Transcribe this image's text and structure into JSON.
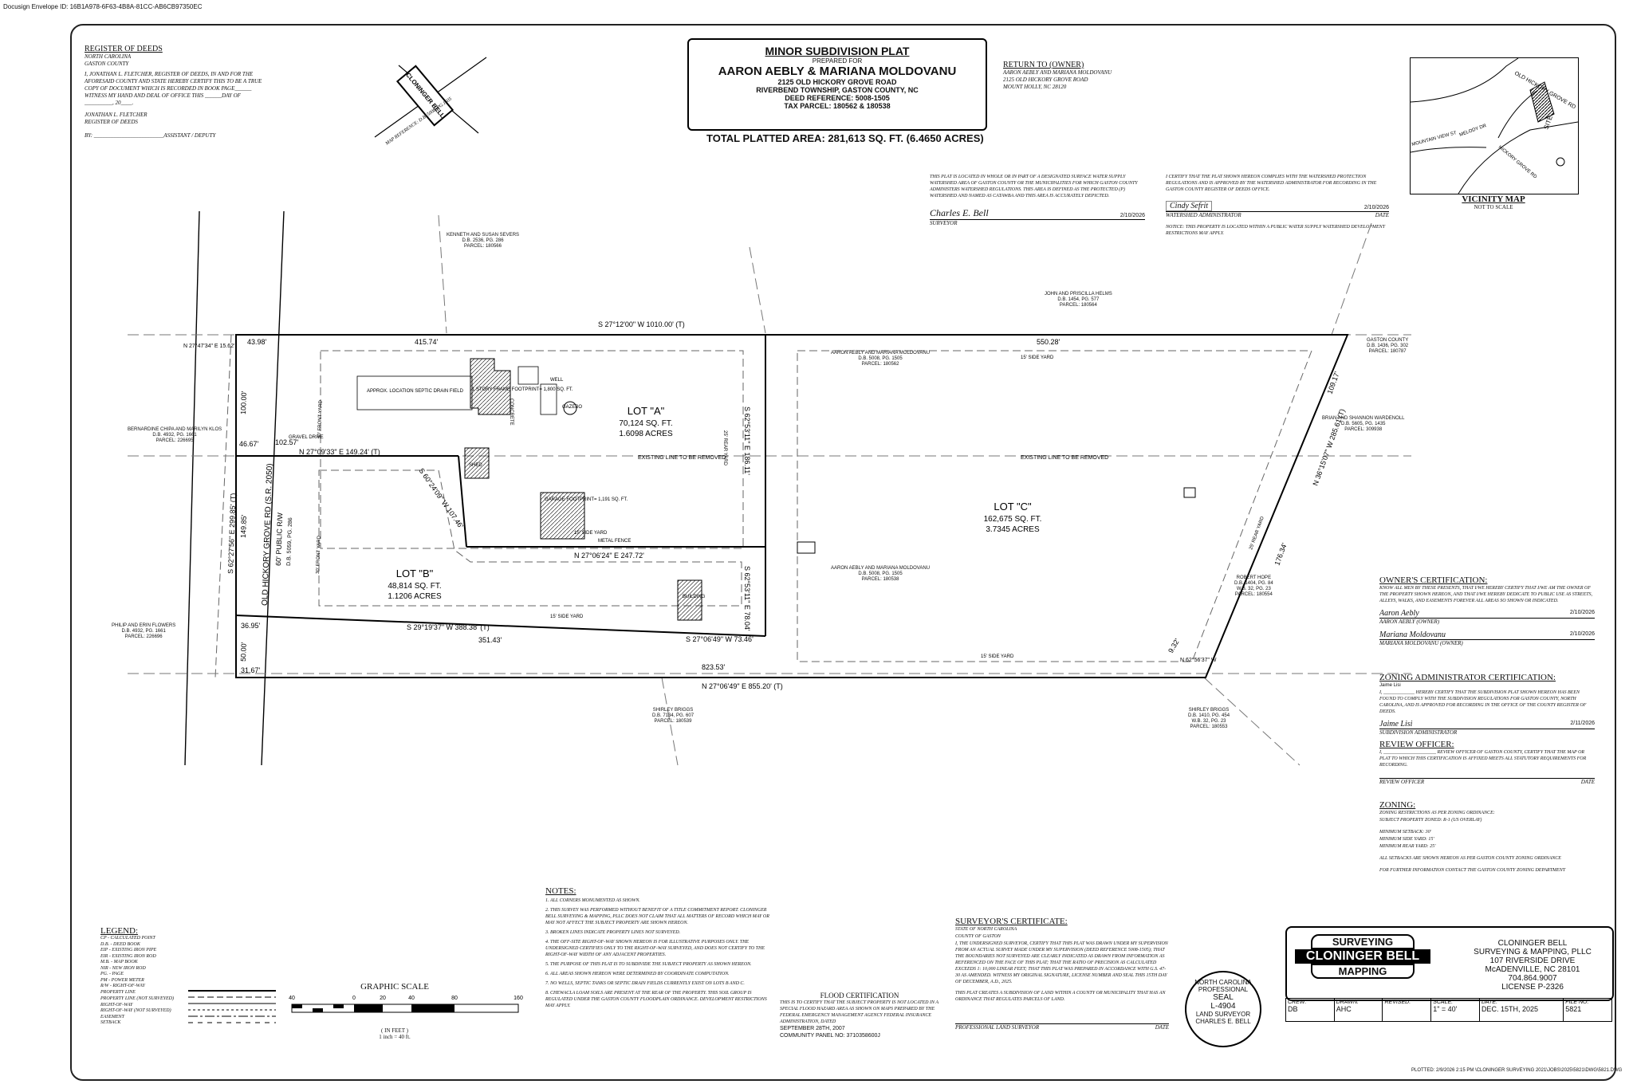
{
  "envelope_id": "Docusign Envelope ID: 16B1A978-6F63-4B8A-81CC-AB6CB97350EC",
  "register": {
    "title": "REGISTER OF DEEDS",
    "state": "NORTH CAROLINA",
    "county": "GASTON COUNTY",
    "body": "I, JONATHAN L. FLETCHER, REGISTER OF DEEDS, IN AND FOR THE AFORESAID COUNTY AND STATE HEREBY CERTIFY THIS TO BE A TRUE COPY OF DOCUMENT WHICH IS RECORDED IN BOOK PAGE______ WITNESS MY HAND AND DEAL OF OFFICE THIS ______DAY OF __________, 20____.",
    "name": "JONATHAN L. FLETCHER",
    "role": "REGISTER OF DEEDS",
    "by": "BY: _________________________ASSISTANT / DEPUTY"
  },
  "north_arrow": {
    "map_ref": "MAP REFERENCE: D.B. 5008, PG.1505",
    "logo": "CLONINGER BELL"
  },
  "title_block": {
    "heading": "MINOR SUBDIVISION PLAT",
    "prepared": "PREPARED FOR",
    "owners": "AARON AEBLY & MARIANA MOLDOVANU",
    "address": "2125 OLD HICKORY GROVE ROAD",
    "township": "RIVERBEND TOWNSHIP, GASTON COUNTY, NC",
    "deed": "DEED REFERENCE: 5008-1505",
    "tax": "TAX PARCEL: 180562 & 180538"
  },
  "total_area": "TOTAL PLATTED AREA: 281,613 SQ. FT. (6.4650 ACRES)",
  "return_to": {
    "title": "RETURN TO (OWNER)",
    "l1": "AARON AEBLY AND MARIANA MOLDOVANU",
    "l2": "2125 OLD HICKORY GROVE ROAD",
    "l3": "MOUNT HOLLY, NC 28120"
  },
  "watershed1": {
    "text": "THIS PLAT IS LOCATED IN WHOLE OR IN PART OF A DESIGNATED SURFACE WATER SUPPLY WATERSHED AREA OF GASTON COUNTY OR THE MUNICIPALITIES FOR WHICH GASTON COUNTY ADMINISTERS WATERSHED REGULATIONS. THIS AREA IS DEFINED AS THE PROTECTED (P) WATERSHED AND NAMED AS CATAWBA AND THIS AREA IS ACCURATELY DEPICTED.",
    "signature": "Charles E. Bell",
    "date": "2/10/2026",
    "role": "SURVEYOR"
  },
  "watershed2": {
    "text": "I CERTIFY THAT THE PLAT SHOWN HEREON COMPLIES WITH THE WATERSHED PROTECTION REGULATIONS AND IS APPROVED BY THE WATERSHED ADMINISTRATOR FOR RECORDING IN THE GASTON COUNTY REGISTER OF DEEDS OFFICE.",
    "signature": "Cindy Sefrit",
    "date": "2/10/2026",
    "role": "WATERSHED ADMINISTRATOR",
    "date_label": "DATE",
    "notice": "NOTICE: THIS PROPERTY IS LOCATED WITHIN A PUBLIC WATER SUPPLY WATERSHED DEVELOPMENT RESTRICTIONS MAY APPLY."
  },
  "vicinity": {
    "title": "VICINITY MAP",
    "scale": "NOT TO SCALE",
    "road1": "OLD HICKORY GROVE RD",
    "road2": "MOUNTAIN VIEW ST",
    "road3": "MELODY DR",
    "road4": "HICKORY GROVE RD",
    "site": "SITE"
  },
  "lots": {
    "a": {
      "name": "LOT \"A\"",
      "sqft": "70,124 SQ. FT.",
      "acres": "1.6098 ACRES"
    },
    "b": {
      "name": "LOT \"B\"",
      "sqft": "48,814 SQ. FT.",
      "acres": "1.1206 ACRES"
    },
    "c": {
      "name": "LOT \"C\"",
      "sqft": "162,675 SQ. FT.",
      "acres": "3.7345 ACRES"
    }
  },
  "bearings": {
    "top": "S 27°12'00\" W  1010.00' (T)",
    "top_a": "415.74'",
    "top_c": "550.28'",
    "top_left": "43.98'",
    "mid": "N 27°09'33\" E  149.24' (T)",
    "mid2": "102.57'",
    "mid3": "46.67'",
    "lotb_top": "N 27°06'24\" E  247.72'",
    "lotb_bottom": "S 29°19'37\" W  388.38' (T)",
    "lotb_bottom2": "351.43'",
    "lotb_bottom3": "36.95'",
    "bottom_right": "S 27°06'49\" W  73.46'",
    "bottom": "N 27°06'49\" E  855.20' (T)",
    "bottom2": "823.53'",
    "bottom3": "31.67'",
    "diag": "S 60°24'09\" W  107.46'",
    "east": "N 36°15'07\" W  285.61'(T)",
    "east2": "176.34'",
    "east3": "109.17'",
    "road_w": "S 62°27'56\" E  299.85' (T)",
    "road_w2": "149.85'",
    "road_w3": "100.00'",
    "road_w4": "50.00'",
    "vert1": "S 62°53'11\" E  186.11'",
    "vert2": "S 62°53'11\" E  78.04'",
    "topleft": "N 27°47'34\" E 15.62'",
    "small1": "9.32'",
    "small2": "N 62°56'37\" W"
  },
  "road": {
    "name": "OLD HICKORY GROVE RD (S.R. 2050)",
    "row": "60' PUBLIC R/W",
    "ref": "D.B. 5059, PG. 286"
  },
  "adjoiners": {
    "n1": "KENNETH AND SUSAN SEVERS\nD.B. 2536, PG. 286\nPARCEL: 180566",
    "n2": "JOHN AND PRISCILLA HELMS\nD.B. 1454, PG. 577\nPARCEL: 180564",
    "gc": "GASTON COUNTY\nD.B. 1436, PG. 302\nPARCEL: 180787",
    "bw": "BRIAN AND SHANNON WARDENOLL\nD.B. 5605, PG. 1435\nPARCEL: 309938",
    "rh": "ROBERT HOPE\nD.B. 1404, PG. 84\nW.B. 32, PG. 23\nPARCEL: 180554",
    "sb1": "SHIRLEY BRIGGS\nD.B. 7134, PG. 607\nPARCEL: 180539",
    "sb2": "SHIRLEY BRIGGS\nD.B. 1410, PG. 454\nW.B. 32, PG. 23\nPARCEL: 180553",
    "bc": "BERNARDINE CHIPA AND MARILYN KLOS\nD.B. 4932, PG. 1661\nPARCEL: 226695",
    "pf": "PHILIP AND ERIN FLOWERS\nD.B. 4932, PG. 1661\nPARCEL: 226696",
    "am1": "AARON AEBLY AND MARIANA MOLDOVANU\nD.B. 5008, PG. 1505\nPARCEL: 180562",
    "am2": "AARON AEBLY AND MARIANA MOLDOVANU\nD.B. 5008, PG. 1505\nPARCEL: 180538"
  },
  "features": {
    "septic": "APPROX. LOCATION\nSEPTIC DRAIN FIELD",
    "house": "1 STORY FRAME\nFOOTPRINT=\n1,800 SQ. FT.",
    "gazebo": "GAZEBO",
    "well": "WELL",
    "shed": "SHED",
    "garage": "GARAGE\nFOOTPRINT=\n1,191 SQ. FT.",
    "building": "BUILDING",
    "existing1": "EXISTING LINE TO BE REMOVED",
    "existing2": "EXISTING LINE TO BE REMOVED",
    "side_yard": "15' SIDE YARD",
    "front_yard": "30' FRONT YARD",
    "rear_yard": "25' REAR YARD",
    "metal_fence": "METAL FENCE",
    "gravel_drive": "GRAVEL DRIVE",
    "concrete": "CONCRETE"
  },
  "owner_cert": {
    "title": "OWNER'S CERTIFICATION:",
    "text": "KNOW ALL MEN BY THESE PRESENTS, THAT I/WE HEREBY CERTIFY THAT I/WE AM THE OWNER OF THE PROPERTY SHOWN HEREON, AND THAT I/WE HEREBY DEDICATE TO PUBLIC USE AS STREETS, ALLEYS, WALKS, AND EASEMENTS FOREVER ALL AREAS SO SHOWN OR INDICATED.",
    "sig1": "Aaron Aebly",
    "date1": "2/10/2026",
    "name1": "AARON AEBLY (OWNER)",
    "sig2": "Mariana Moldovanu",
    "date2": "2/10/2026",
    "name2": "MARIANA MOLDOVANU (OWNER)"
  },
  "zoning_cert": {
    "title": "ZONING ADMINISTRATOR CERTIFICATION:",
    "name": "Jaime Lisi",
    "text": "I, _____________ HEREBY CERTIFY THAT THE SUBDIVISION PLAT SHOWN HEREON HAS BEEN FOUND TO COMPLY WITH THE SUBDIVISION REGULATIONS FOR GASTON COUNTY, NORTH CAROLINA, AND IS APPROVED FOR RECORDING IN THE OFFICE OF THE COUNTY REGISTER OF DEEDS.",
    "sig": "Jaime Lisi",
    "date": "2/11/2026",
    "role": "SUBDIVISION ADMINISTRATOR"
  },
  "review": {
    "title": "REVIEW OFFICER:",
    "text": "I, ______________________ REVIEW OFFICER OF GASTON COUNTY, CERTIFY THAT THE MAP OR PLAT TO WHICH THIS CERTIFICATION IS AFFIXED MEETS ALL STATUTORY REQUIREMENTS FOR RECORDING.",
    "role": "REVIEW OFFICER",
    "date": "DATE"
  },
  "zoning": {
    "title": "ZONING:",
    "l1": "ZONING RESTRICTIONS AS PER ZONING ORDINANCE:",
    "l2": "SUBJECT PROPERTY ZONED: R-1 (US OVERLAY)",
    "l3": "MINIMUM SETBACK: 30'",
    "l4": "MINIMUM SIDE YARD: 15'",
    "l5": "MINIMUM REAR YARD: 25'",
    "l6": "ALL SETBACKS ARE SHOWN HEREON AS PER GASTON COUNTY ZONING ORDINANCE",
    "l7": "FOR FURTHER INFORMATION CONTACT THE GASTON COUNTY ZONING DEPARTMENT"
  },
  "notes": {
    "title": "NOTES:",
    "items": [
      "1.  ALL CORNERS MONUMENTED AS SHOWN.",
      "2.  THIS SURVEY WAS PERFORMED WITHOUT BENEFIT OF A TITLE COMMITMENT REPORT. CLONINGER BELL SURVEYING & MAPPING, PLLC DOES NOT CLAIM THAT ALL MATTERS OF RECORD WHICH MAY OR MAY NOT AFFECT THE SUBJECT PROPERTY ARE SHOWN HEREON.",
      "3.  BROKEN LINES INDICATE PROPERTY LINES NOT SURVEYED.",
      "4.  THE OFF-SITE RIGHT-OF-WAY SHOWN HEREON IS FOR ILLUSTRATIVE PURPOSES ONLY. THE UNDERSIGNED CERTIFIES ONLY TO THE RIGHT-OF-WAY SURVEYED, AND DOES NOT CERTIFY TO THE RIGHT-OF-WAY WIDTH OF ANY ADJACENT PROPERTIES.",
      "5.  THE PURPOSE OF THIS PLAT IS TO SUBDIVIDE THE SUBJECT PROPERTY AS SHOWN HEREON.",
      "6.  ALL AREAS SHOWN HEREON WERE DETERMINED BY COORDINATE COMPUTATION.",
      "7.  NO WELLS, SEPTIC TANKS OR SEPTIC DRAIN FIELDS CURRENTLY EXIST ON LOTS B AND C.",
      "8.  CHEWACLA LOAM SOILS ARE PRESENT AT THE REAR OF THE PROPERTY. THIS SOIL GROUP IS REGULATED UNDER THE GASTON COUNTY FLOODPLAIN ORDINANCE. DEVELOPMENT RESTRICTIONS MAY APPLY."
    ]
  },
  "flood": {
    "title": "FLOOD CERTIFICATION",
    "text": "THIS IS TO CERTIFY THAT THE SUBJECT PROPERTY IS NOT LOCATED IN A SPECIAL FLOOD HAZARD AREA AS SHOWN ON MAPS PREPARED BY THE FEDERAL EMERGENCY MANAGEMENT AGENCY FEDERAL INSURANCE ADMINISTRATION, DATED",
    "date": "SEPTEMBER 28TH, 2007",
    "panel": "COMMUNITY PANEL NO: 3710358600J"
  },
  "surveyor": {
    "title": "SURVEYOR'S CERTIFICATE:",
    "state": "STATE OF NORTH CAROLINA",
    "county": "COUNTY OF GASTON",
    "text": "I, THE UNDERSIGNED SURVEYOR, CERTIFY THAT THIS PLAT WAS DRAWN UNDER MY SUPERVISION FROM AN ACTUAL SURVEY MADE UNDER MY SUPERVISION (DEED REFERENCE 5008-1505); THAT THE BOUNDARIES NOT SURVEYED ARE CLEARLY INDICATED AS DRAWN FROM INFORMATION AS REFERENCED ON THE FACE OF THIS PLAT; THAT THE RATIO OF PRECISION AS CALCULATED EXCEEDS 1: 10,000 LINEAR FEET; THAT THIS PLAT WAS PREPARED IN ACCORDANCE WITH G.S. 47-30 AS AMENDED. WITNESS MY ORIGINAL SIGNATURE, LICENSE NUMBER AND SEAL THIS 15TH DAY OF DECEMBER, A.D., 2025.",
    "text2": "THIS PLAT CREATES A SUBDIVISION OF LAND WITHIN A COUNTY OR MUNICIPALITY THAT HAS AN ORDINANCE THAT REGULATES PARCELS OF LAND.",
    "role": "PROFESSIONAL LAND SURVEYOR",
    "date": "DATE"
  },
  "seal": {
    "l1": "NORTH CAROLINA",
    "l2": "PROFESSIONAL",
    "l3": "SEAL",
    "l4": "L-4904",
    "l5": "LAND SURVEYOR",
    "l6": "CHARLES E. BELL"
  },
  "legend": {
    "title": "LEGEND:",
    "items": [
      "CP - CALCULATED POINT",
      "D.B. - DEED BOOK",
      "EIP - EXISTING IRON PIPE",
      "EIR - EXISTING IRON ROD",
      "M.B. - MAP BOOK",
      "NIR - NEW IRON ROD",
      "PG. - PAGE",
      "PM - POWER METER",
      "R/W - RIGHT-OF-WAY",
      "PROPERTY LINE",
      "PROPERTY LINE (NOT SURVEYED)",
      "RIGHT-OF-WAY",
      "RIGHT-OF-WAY (NOT SURVEYED)",
      "EASEMENT",
      "SETBACK"
    ]
  },
  "scale": {
    "title": "GRAPHIC SCALE",
    "ticks": [
      "40",
      "0",
      "20",
      "40",
      "80",
      "160"
    ],
    "unit": "( IN FEET )",
    "ratio": "1 inch = 40 ft."
  },
  "company": {
    "logo1": "SURVEYING",
    "logo2": "CLONINGER BELL",
    "logo3": "MAPPING",
    "name1": "CLONINGER BELL",
    "name2": "SURVEYING & MAPPING, PLLC",
    "addr1": "107 RIVERSIDE DRIVE",
    "addr2": "McADENVILLE, NC 28101",
    "phone": "704.864.9007",
    "license": "LICENSE P-2326"
  },
  "tb_cells": [
    {
      "label": "CREW:",
      "value": "DB"
    },
    {
      "label": "DRAWN:",
      "value": "AHC"
    },
    {
      "label": "REVISED:",
      "value": ""
    },
    {
      "label": "SCALE:",
      "value": "1\" = 40'"
    },
    {
      "label": "DATE:",
      "value": "DEC. 15TH, 2025"
    },
    {
      "label": "FILE NO.",
      "value": "5821"
    }
  ],
  "plotted": "PLOTTED: 2/9/2026 2:15 PM  \\CLONINGER SURVEYING 2021\\JOBS\\2025\\5821\\DWG\\5821.DWG",
  "colors": {
    "line": "#111111",
    "dashed": "#555555",
    "paper": "#ffffff"
  }
}
